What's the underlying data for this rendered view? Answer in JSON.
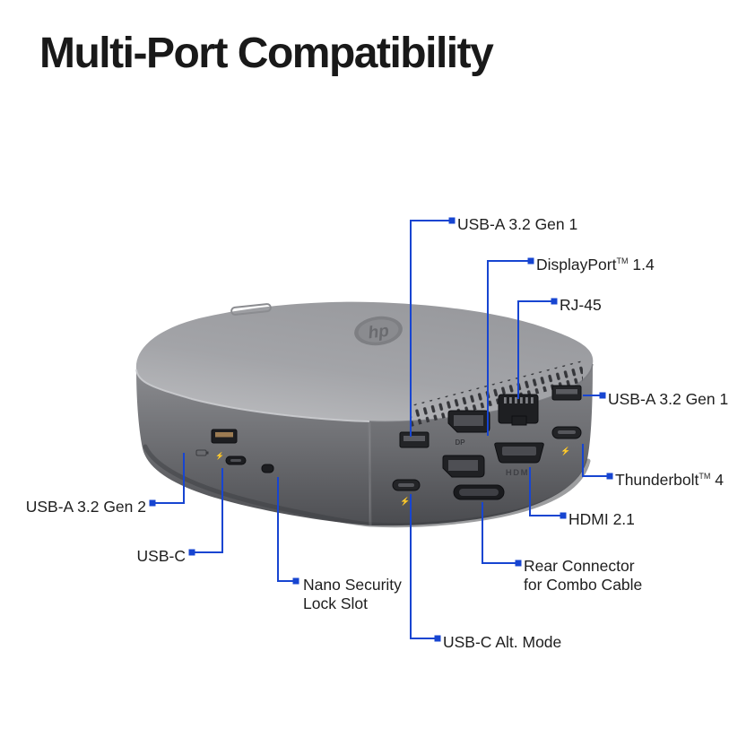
{
  "title": "Multi-Port Compatibility",
  "colors": {
    "accent": "#1745D1",
    "title_text": "#191919",
    "label_text": "#1E1E1E",
    "device_light": "#B4B5B8",
    "device_dark": "#55565A"
  },
  "device": {
    "logo_text": "hp",
    "hdmi_mark": "HDMI",
    "dp_mark": "DP",
    "lightning_mark": "⚡"
  },
  "callouts": [
    {
      "id": "usb-a-gen1-top",
      "name": "USB-A 3.2 Gen 1",
      "tm": "",
      "suffix": "",
      "line2": ""
    },
    {
      "id": "displayport-14",
      "name": "DisplayPort",
      "tm": "TM",
      "suffix": " 1.4",
      "line2": ""
    },
    {
      "id": "rj-45",
      "name": "RJ-45",
      "tm": "",
      "suffix": "",
      "line2": ""
    },
    {
      "id": "usb-a-gen1-right",
      "name": "USB-A 3.2 Gen 1",
      "tm": "",
      "suffix": "",
      "line2": ""
    },
    {
      "id": "thunderbolt-4",
      "name": "Thunderbolt",
      "tm": "TM",
      "suffix": " 4",
      "line2": ""
    },
    {
      "id": "hdmi-21",
      "name": "HDMI 2.1",
      "tm": "",
      "suffix": "",
      "line2": ""
    },
    {
      "id": "rear-connector",
      "name": "Rear Connector",
      "tm": "",
      "suffix": "",
      "line2": "for Combo Cable"
    },
    {
      "id": "usb-c-alt-mode",
      "name": "USB-C Alt. Mode",
      "tm": "",
      "suffix": "",
      "line2": ""
    },
    {
      "id": "usb-a-gen2-left",
      "name": "USB-A 3.2 Gen 2",
      "tm": "",
      "suffix": "",
      "line2": ""
    },
    {
      "id": "usb-c-left",
      "name": "USB-C",
      "tm": "",
      "suffix": "",
      "line2": ""
    },
    {
      "id": "nano-lock",
      "name": "Nano Security",
      "tm": "",
      "suffix": "",
      "line2": "Lock Slot"
    }
  ]
}
